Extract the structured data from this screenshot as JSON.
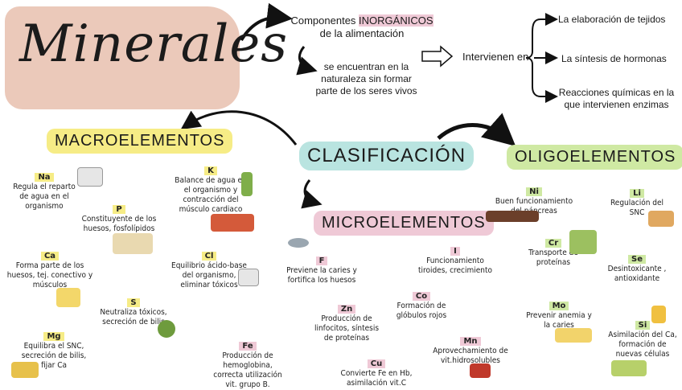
{
  "title": "Minerales",
  "intro": {
    "components_prefix": "Componentes ",
    "components_highlight": "INORGÁNICOS",
    "components_suffix": "de la alimentación",
    "nature": "se encuentran en la naturaleza sin formar parte de los seres vivos",
    "intervienen": "Intervienen en",
    "functions": [
      "La elaboración de tejidos",
      "La síntesis de hormonas",
      "Reacciones químicas en la que intervienen enzimas"
    ]
  },
  "clasificacion": "CLASIFICACIÓN",
  "macro": {
    "heading": "MACROELEMENTOS",
    "items": [
      {
        "symbol": "Na",
        "text": "Regula el reparto de agua en el organismo"
      },
      {
        "symbol": "P",
        "text": "Constituyente de los huesos, fosfolípidos"
      },
      {
        "symbol": "K",
        "text": "Balance de agua en el organismo y contracción del músculo cardiaco"
      },
      {
        "symbol": "Ca",
        "text": "Forma parte de los huesos, tej. conectivo y músculos"
      },
      {
        "symbol": "Cl",
        "text": "Equilibrio ácido-base del organismo, eliminar tóxicos"
      },
      {
        "symbol": "S",
        "text": "Neutraliza tóxicos, secreción de bilis"
      },
      {
        "symbol": "Mg",
        "text": "Equilibra el SNC, secreción de bilis, fijar Ca"
      }
    ]
  },
  "micro": {
    "heading": "MICROELEMENTOS",
    "items": [
      {
        "symbol": "F",
        "text": "Previene la caries y fortifica los huesos"
      },
      {
        "symbol": "I",
        "text": "Funcionamiento tiroides, crecimiento"
      },
      {
        "symbol": "Zn",
        "text": "Producción de linfocitos, síntesis de proteínas"
      },
      {
        "symbol": "Co",
        "text": "Formación de glóbulos rojos"
      },
      {
        "symbol": "Fe",
        "text": "Producción de hemoglobina, correcta utilización vit. grupo B."
      },
      {
        "symbol": "Cu",
        "text": "Convierte Fe en Hb, asimilación vit.C"
      },
      {
        "symbol": "Mn",
        "text": "Aprovechamiento de vit.hidrosolubles"
      }
    ]
  },
  "oligo": {
    "heading": "OLIGOELEMENTOS",
    "items": [
      {
        "symbol": "Ni",
        "text": "Buen funcionamiento del páncreas"
      },
      {
        "symbol": "Li",
        "text": "Regulación del SNC"
      },
      {
        "symbol": "Cr",
        "text": "Transporte de proteínas"
      },
      {
        "symbol": "Se",
        "text": "Desintoxicante , antioxidante"
      },
      {
        "symbol": "Mo",
        "text": "Prevenir anemia y la caries"
      },
      {
        "symbol": "Si",
        "text": "Asimilación del Ca, formación de nuevas células"
      }
    ]
  },
  "colors": {
    "yellow": "#f6ec86",
    "green": "#cfe9a3",
    "teal": "#b9e4e0",
    "pink": "#efc9d6",
    "salmon": "#e8bfae"
  }
}
